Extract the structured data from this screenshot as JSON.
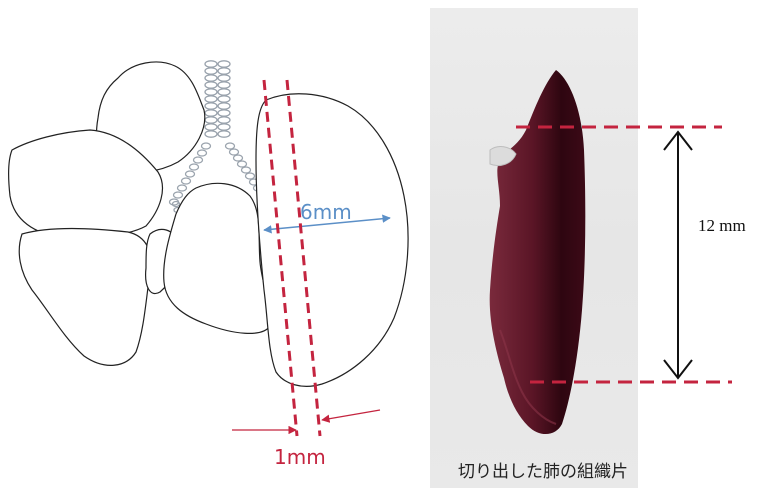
{
  "labels": {
    "width_6mm": "6mm",
    "slice_1mm": "1mm",
    "length_12mm": "12 mm"
  },
  "caption": "切り出した肺の組織片",
  "colors": {
    "dashed_guide": "#c4243f",
    "width_arrow": "#5b8fc7",
    "organ_outline": "#222222",
    "bronchi_outline": "#9aa3ad",
    "tissue_dark": "#3a0a18",
    "tissue_mid": "#6e1f33",
    "photo_background": "#e8e8e8"
  }
}
